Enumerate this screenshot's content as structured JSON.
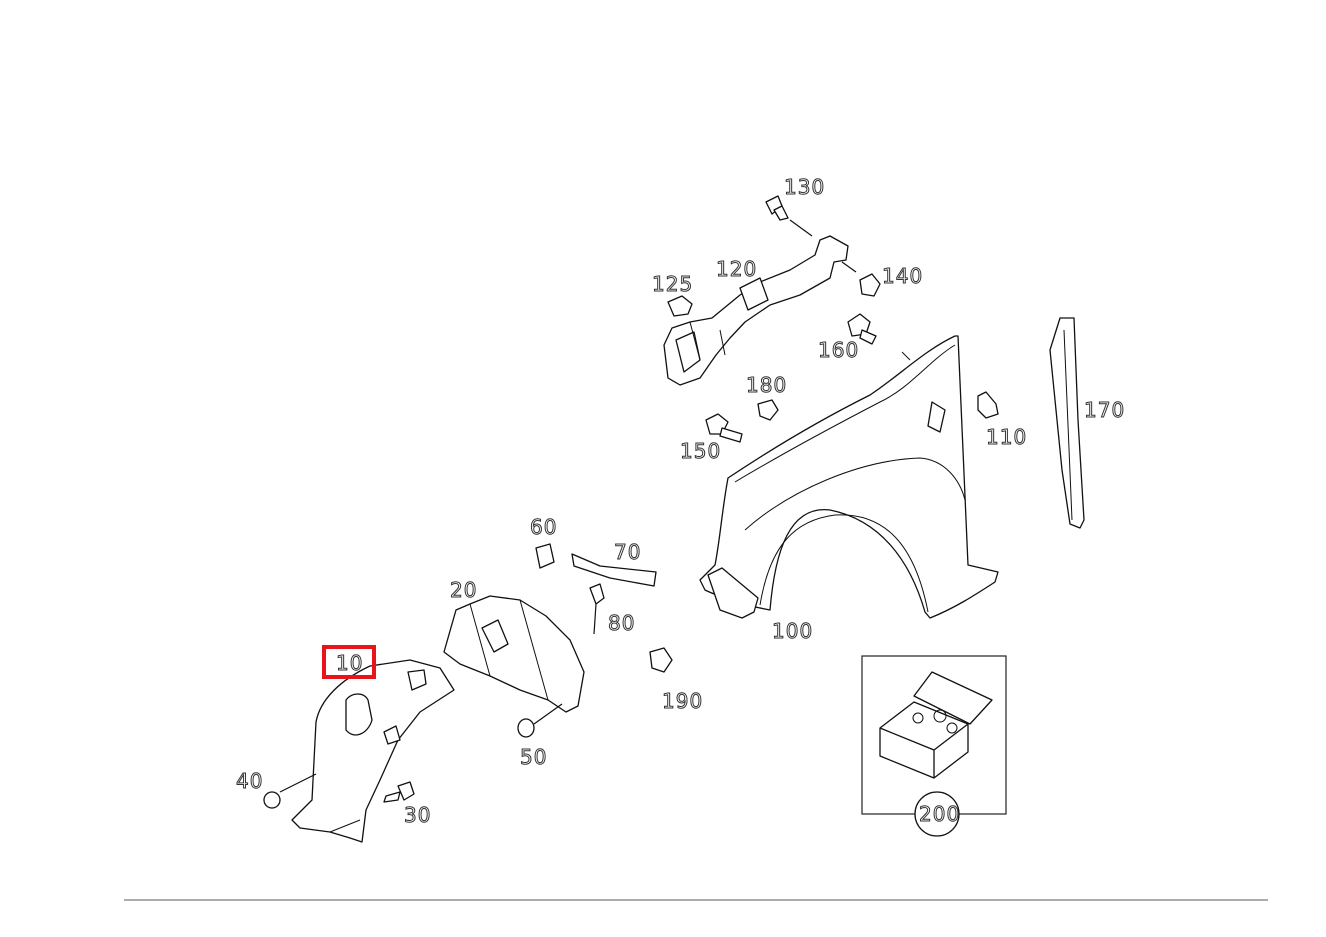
{
  "diagram": {
    "callouts": {
      "c10": "10",
      "c20": "20",
      "c30": "30",
      "c40": "40",
      "c50": "50",
      "c60": "60",
      "c70": "70",
      "c80": "80",
      "c100": "100",
      "c110": "110",
      "c120": "120",
      "c125": "125",
      "c130": "130",
      "c140": "140",
      "c150": "150",
      "c160": "160",
      "c170": "170",
      "c180": "180",
      "c190": "190",
      "c200": "200"
    },
    "selected_callout": "10",
    "highlight_color": "#e8141a"
  }
}
